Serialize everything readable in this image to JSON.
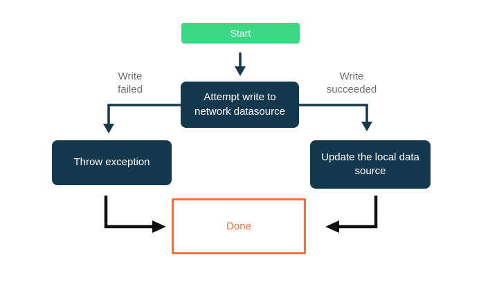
{
  "diagram": {
    "title": "write-flow-flowchart",
    "nodes": {
      "start": {
        "label": "Start",
        "type": "start"
      },
      "attempt": {
        "label": "Attempt write to network datasource",
        "type": "process"
      },
      "throw_exception": {
        "label": "Throw exception",
        "type": "process"
      },
      "update_local": {
        "label": "Update the local data source",
        "type": "process"
      },
      "done": {
        "label": "Done",
        "type": "end"
      }
    },
    "edges": {
      "left_label": "Write failed",
      "right_label": "Write succeeded"
    },
    "colors": {
      "start_bg": "#3DD885",
      "process_bg": "#14384E",
      "node_text": "#FFFFFF",
      "done_border": "#F1703C",
      "done_text": "#F1703C",
      "edge_label_text": "#6E6E6E",
      "arrow_primary": "#14384E",
      "arrow_secondary": "#111111",
      "background": "#FFFFFF"
    }
  }
}
